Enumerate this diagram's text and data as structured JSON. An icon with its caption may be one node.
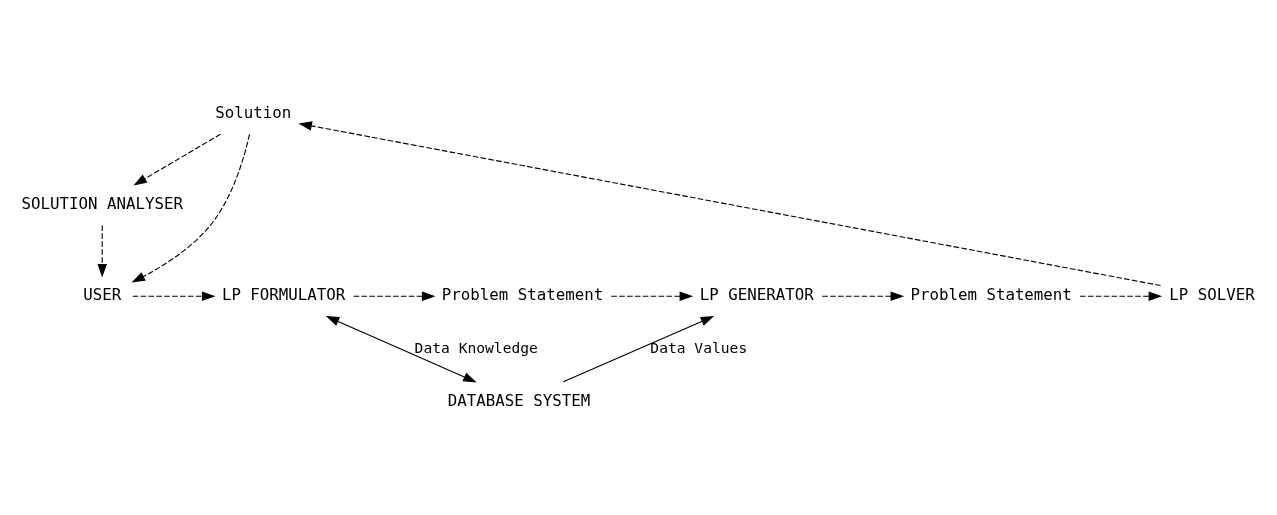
{
  "diagram": {
    "nodes": [
      {
        "text": [
          "SOLUTION ANALYSER"
        ]
      },
      {
        "text": [
          "Solution"
        ]
      },
      {
        "text": [
          "USER"
        ]
      },
      {
        "text": [
          "LP FORMULATOR"
        ]
      },
      {
        "text": [
          "Problem Statement"
        ]
      },
      {
        "text": [
          "LP GENERATOR"
        ]
      },
      {
        "text": [
          "Problem Statement"
        ]
      },
      {
        "text": [
          "LP SOLVER"
        ]
      },
      {
        "text": [
          "DATABASE SYSTEM"
        ]
      }
    ],
    "edges": [
      {
        "from": 2,
        "to": 3,
        "arrow": "to",
        "style": "dashed"
      },
      {
        "from": 3,
        "to": 4,
        "arrow": "to",
        "style": "dashed"
      },
      {
        "from": 4,
        "to": 5,
        "arrow": "to",
        "style": "dashed"
      },
      {
        "from": 5,
        "to": 6,
        "arrow": "to",
        "style": "dashed"
      },
      {
        "from": 6,
        "to": 7,
        "arrow": "to",
        "style": "dashed"
      },
      {
        "from": 7,
        "to": 1,
        "arrow": "to",
        "style": "dashed"
      },
      {
        "from": 1,
        "to": 0,
        "arrow": "to",
        "style": "dashed"
      },
      {
        "from": 0,
        "to": 2,
        "arrow": "to",
        "style": "dashed"
      },
      {
        "from": 1,
        "to": 2,
        "arrow": "to",
        "style": "dashed"
      },
      {
        "from": 3,
        "to": 8,
        "arrow": "both",
        "label": "Data Knowledge"
      },
      {
        "from": 8,
        "to": 5,
        "arrow": "to",
        "label": "Data Values"
      }
    ]
  }
}
